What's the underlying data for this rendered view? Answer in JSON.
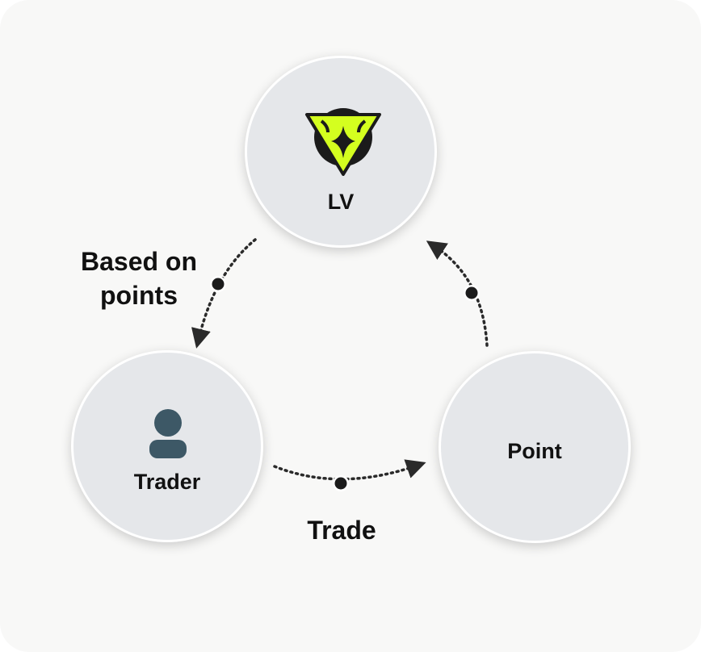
{
  "nodes": {
    "lv": {
      "label": "LV",
      "icon": "lv-logo-icon"
    },
    "trader": {
      "label": "Trader",
      "icon": "person-icon"
    },
    "point": {
      "label": "Point"
    }
  },
  "edges": {
    "lv_to_trader": {
      "label_line1": "Based on",
      "label_line2": "points"
    },
    "trader_to_point": {
      "label": "Trade"
    },
    "point_to_lv": {
      "label": ""
    }
  },
  "colors": {
    "background": "#f8f8f7",
    "node_fill": "#e5e7ea",
    "logo_accent": "#d4ff1f",
    "logo_dark": "#1b1b1b",
    "person_icon": "#3d5866",
    "arrow": "#2a2a2a"
  }
}
